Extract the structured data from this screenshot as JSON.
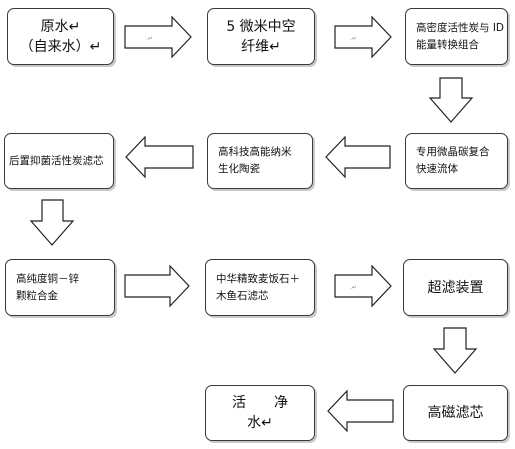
{
  "boxes": {
    "raw_water": [
      "原水↵",
      "（自来水）↵"
    ],
    "hollow_fiber": [
      "5 微米中空",
      "纤维↵"
    ],
    "high_density_carbon": [
      "高密度活性炭与 ID",
      "能量转换组合"
    ],
    "microcrystal_carbon": [
      "专用微晶碳复合",
      "快速流体"
    ],
    "nano_ceramic": [
      "高科技高能纳米",
      "生化陶瓷"
    ],
    "rear_carbon": [
      "后置抑菌活性炭滤芯"
    ],
    "copper_zinc": [
      "高纯度铜－锌",
      "颗粒合金"
    ],
    "maifan_stone": [
      "中华精致麦饭石＋",
      "木鱼石滤芯"
    ],
    "ultrafiltration": [
      "超滤装置"
    ],
    "magnetic": [
      "高磁滤芯"
    ],
    "clean_water": [
      "活　　净",
      "水↵"
    ]
  },
  "arrow_glyph": ".↵"
}
